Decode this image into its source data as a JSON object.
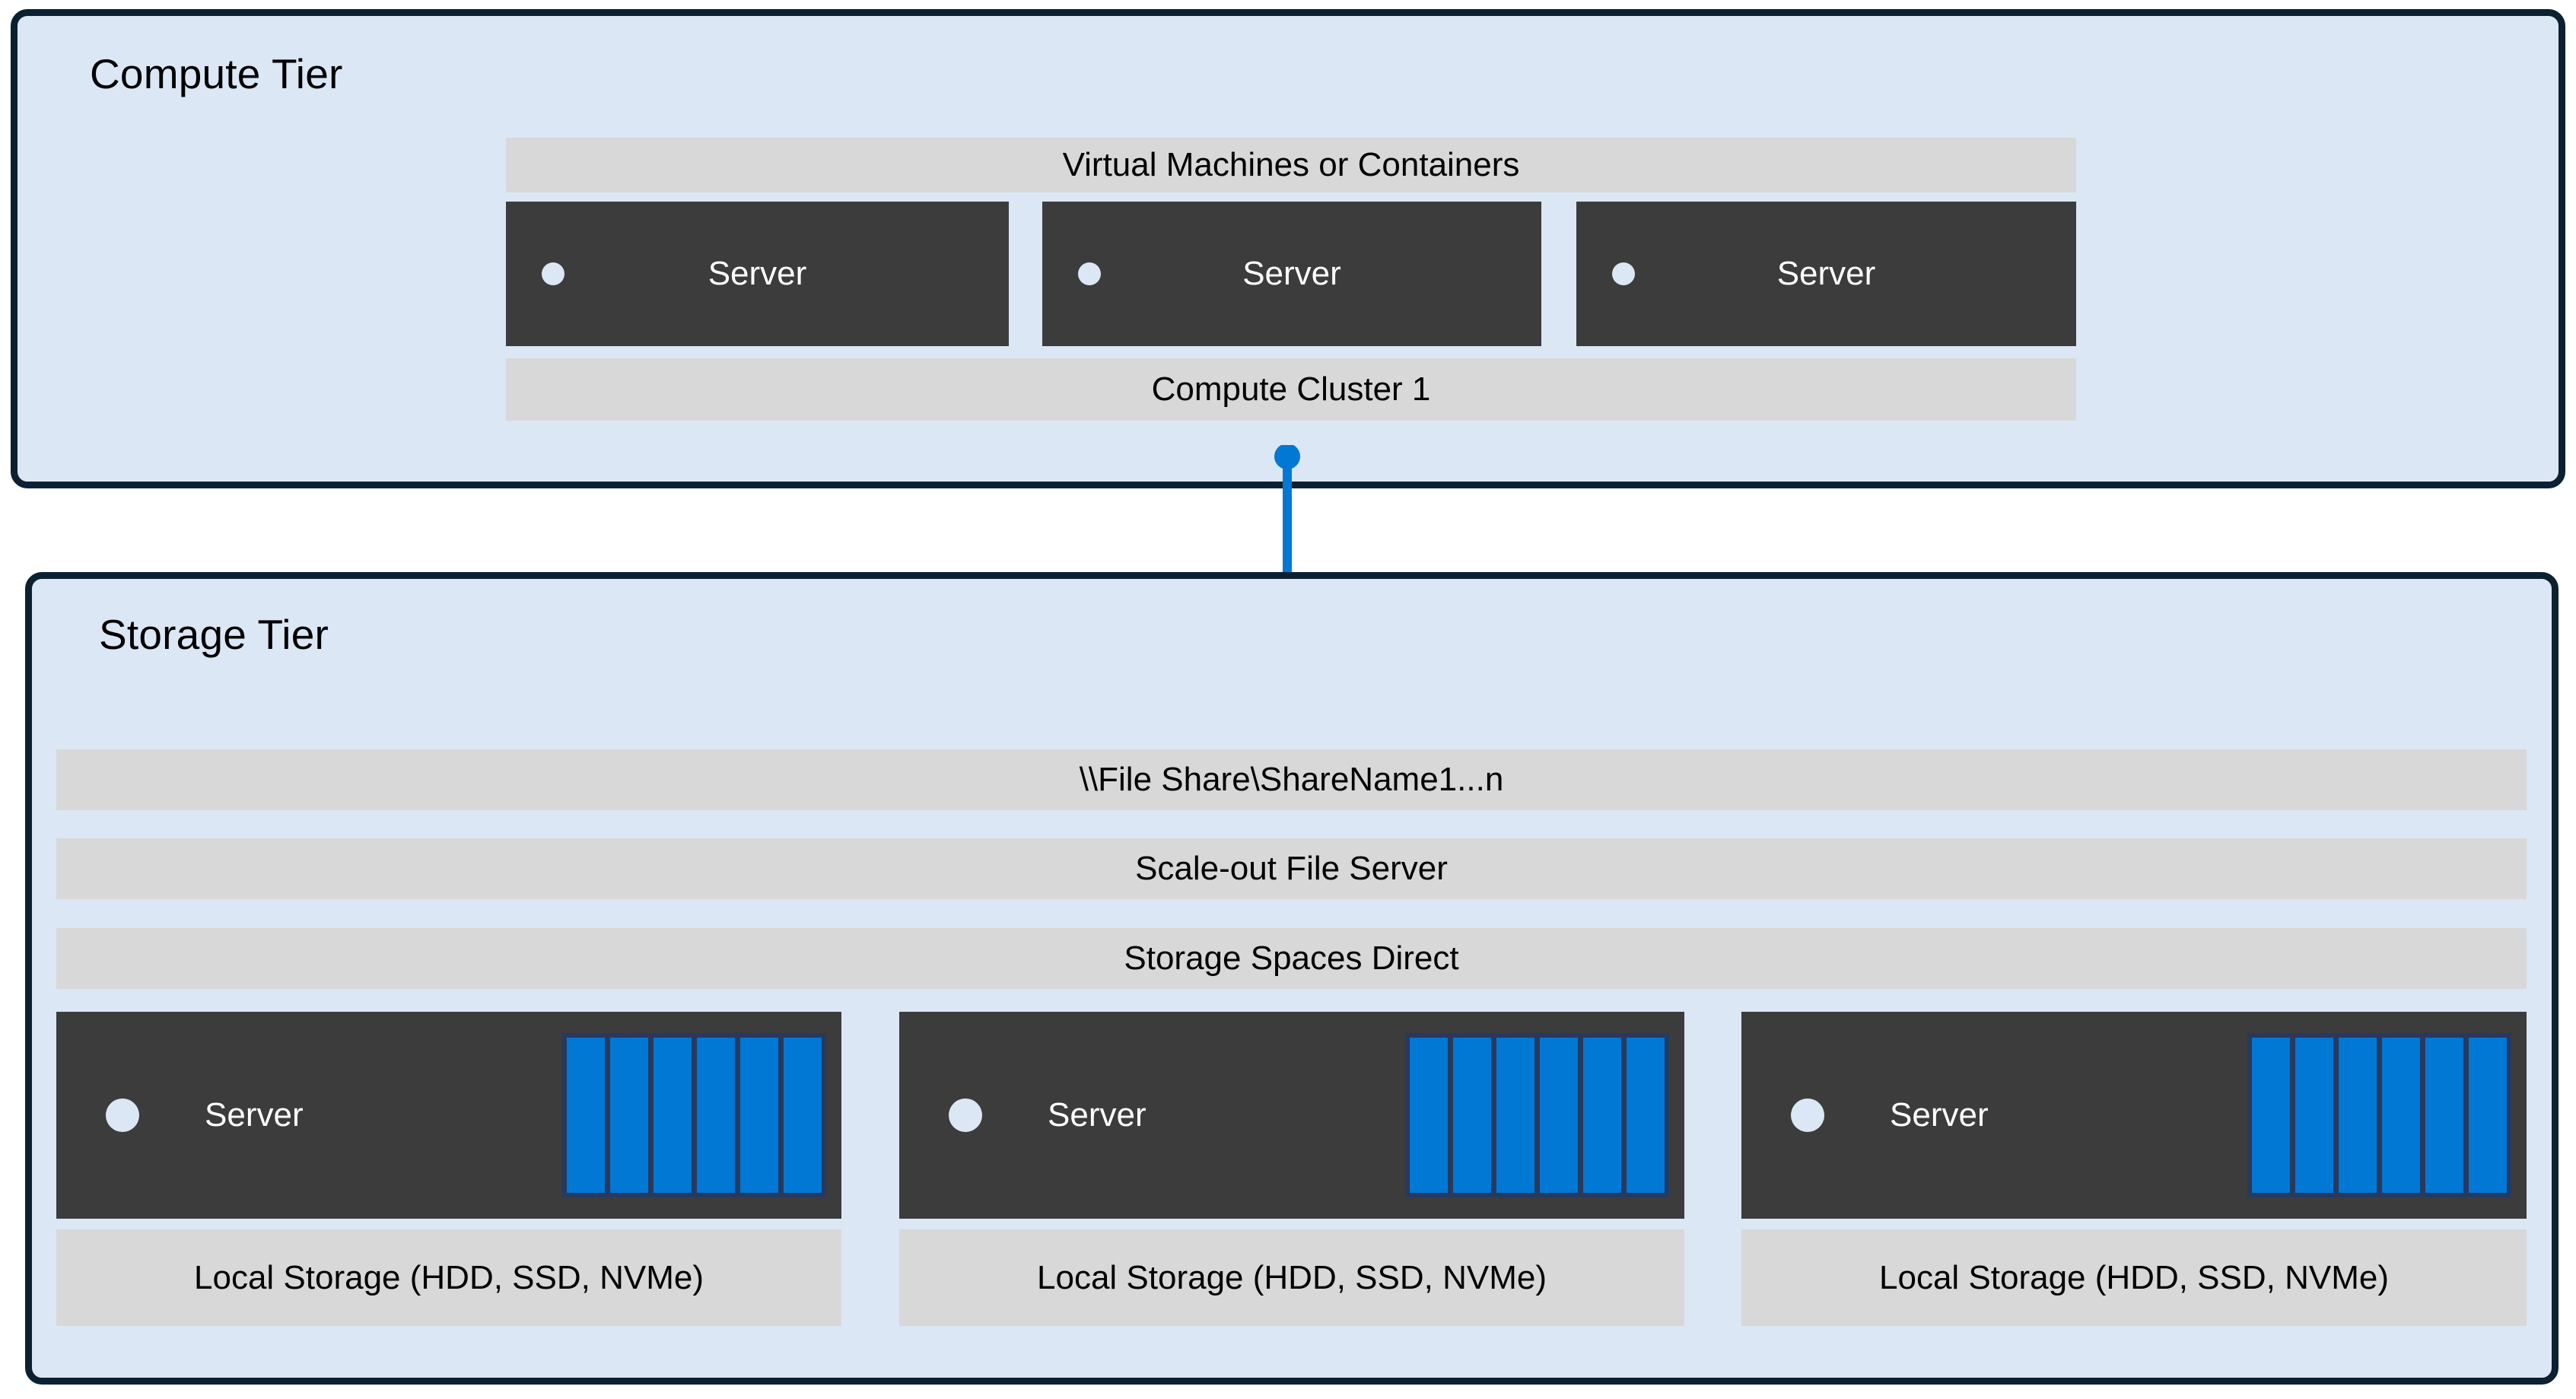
{
  "colors": {
    "tier_background": "#dce7f5",
    "tier_border": "#0b2030",
    "band_background": "#d8d8d8",
    "server_background": "#3c3c3c",
    "accent_blue": "#0078d4",
    "disk_enclosure": "#27395e",
    "led": "#dce7f5",
    "text_dark": "#000000",
    "text_light": "#ffffff"
  },
  "compute_tier": {
    "title": "Compute Tier",
    "vm_band_label": "Virtual Machines or Containers",
    "cluster_band_label": "Compute Cluster 1",
    "servers": [
      {
        "label": "Server",
        "led": "status-led"
      },
      {
        "label": "Server",
        "led": "status-led"
      },
      {
        "label": "Server",
        "led": "status-led"
      }
    ]
  },
  "connector": {
    "name": "tier-connector",
    "shape": "line-with-round-endpoints",
    "color": "#0078d4"
  },
  "folder": {
    "name": "share-folder-icon",
    "color": "#0078d4"
  },
  "storage_tier": {
    "title": "Storage Tier",
    "bands": [
      {
        "label": "\\\\File Share\\ShareName1...n"
      },
      {
        "label": "Scale-out File Server"
      },
      {
        "label": "Storage Spaces Direct"
      }
    ],
    "nodes": [
      {
        "server_label": "Server",
        "local_storage_label": "Local Storage (HDD, SSD, NVMe)",
        "disk_count": 6
      },
      {
        "server_label": "Server",
        "local_storage_label": "Local Storage (HDD, SSD, NVMe)",
        "disk_count": 6
      },
      {
        "server_label": "Server",
        "local_storage_label": "Local Storage (HDD, SSD, NVMe)",
        "disk_count": 6
      }
    ]
  }
}
